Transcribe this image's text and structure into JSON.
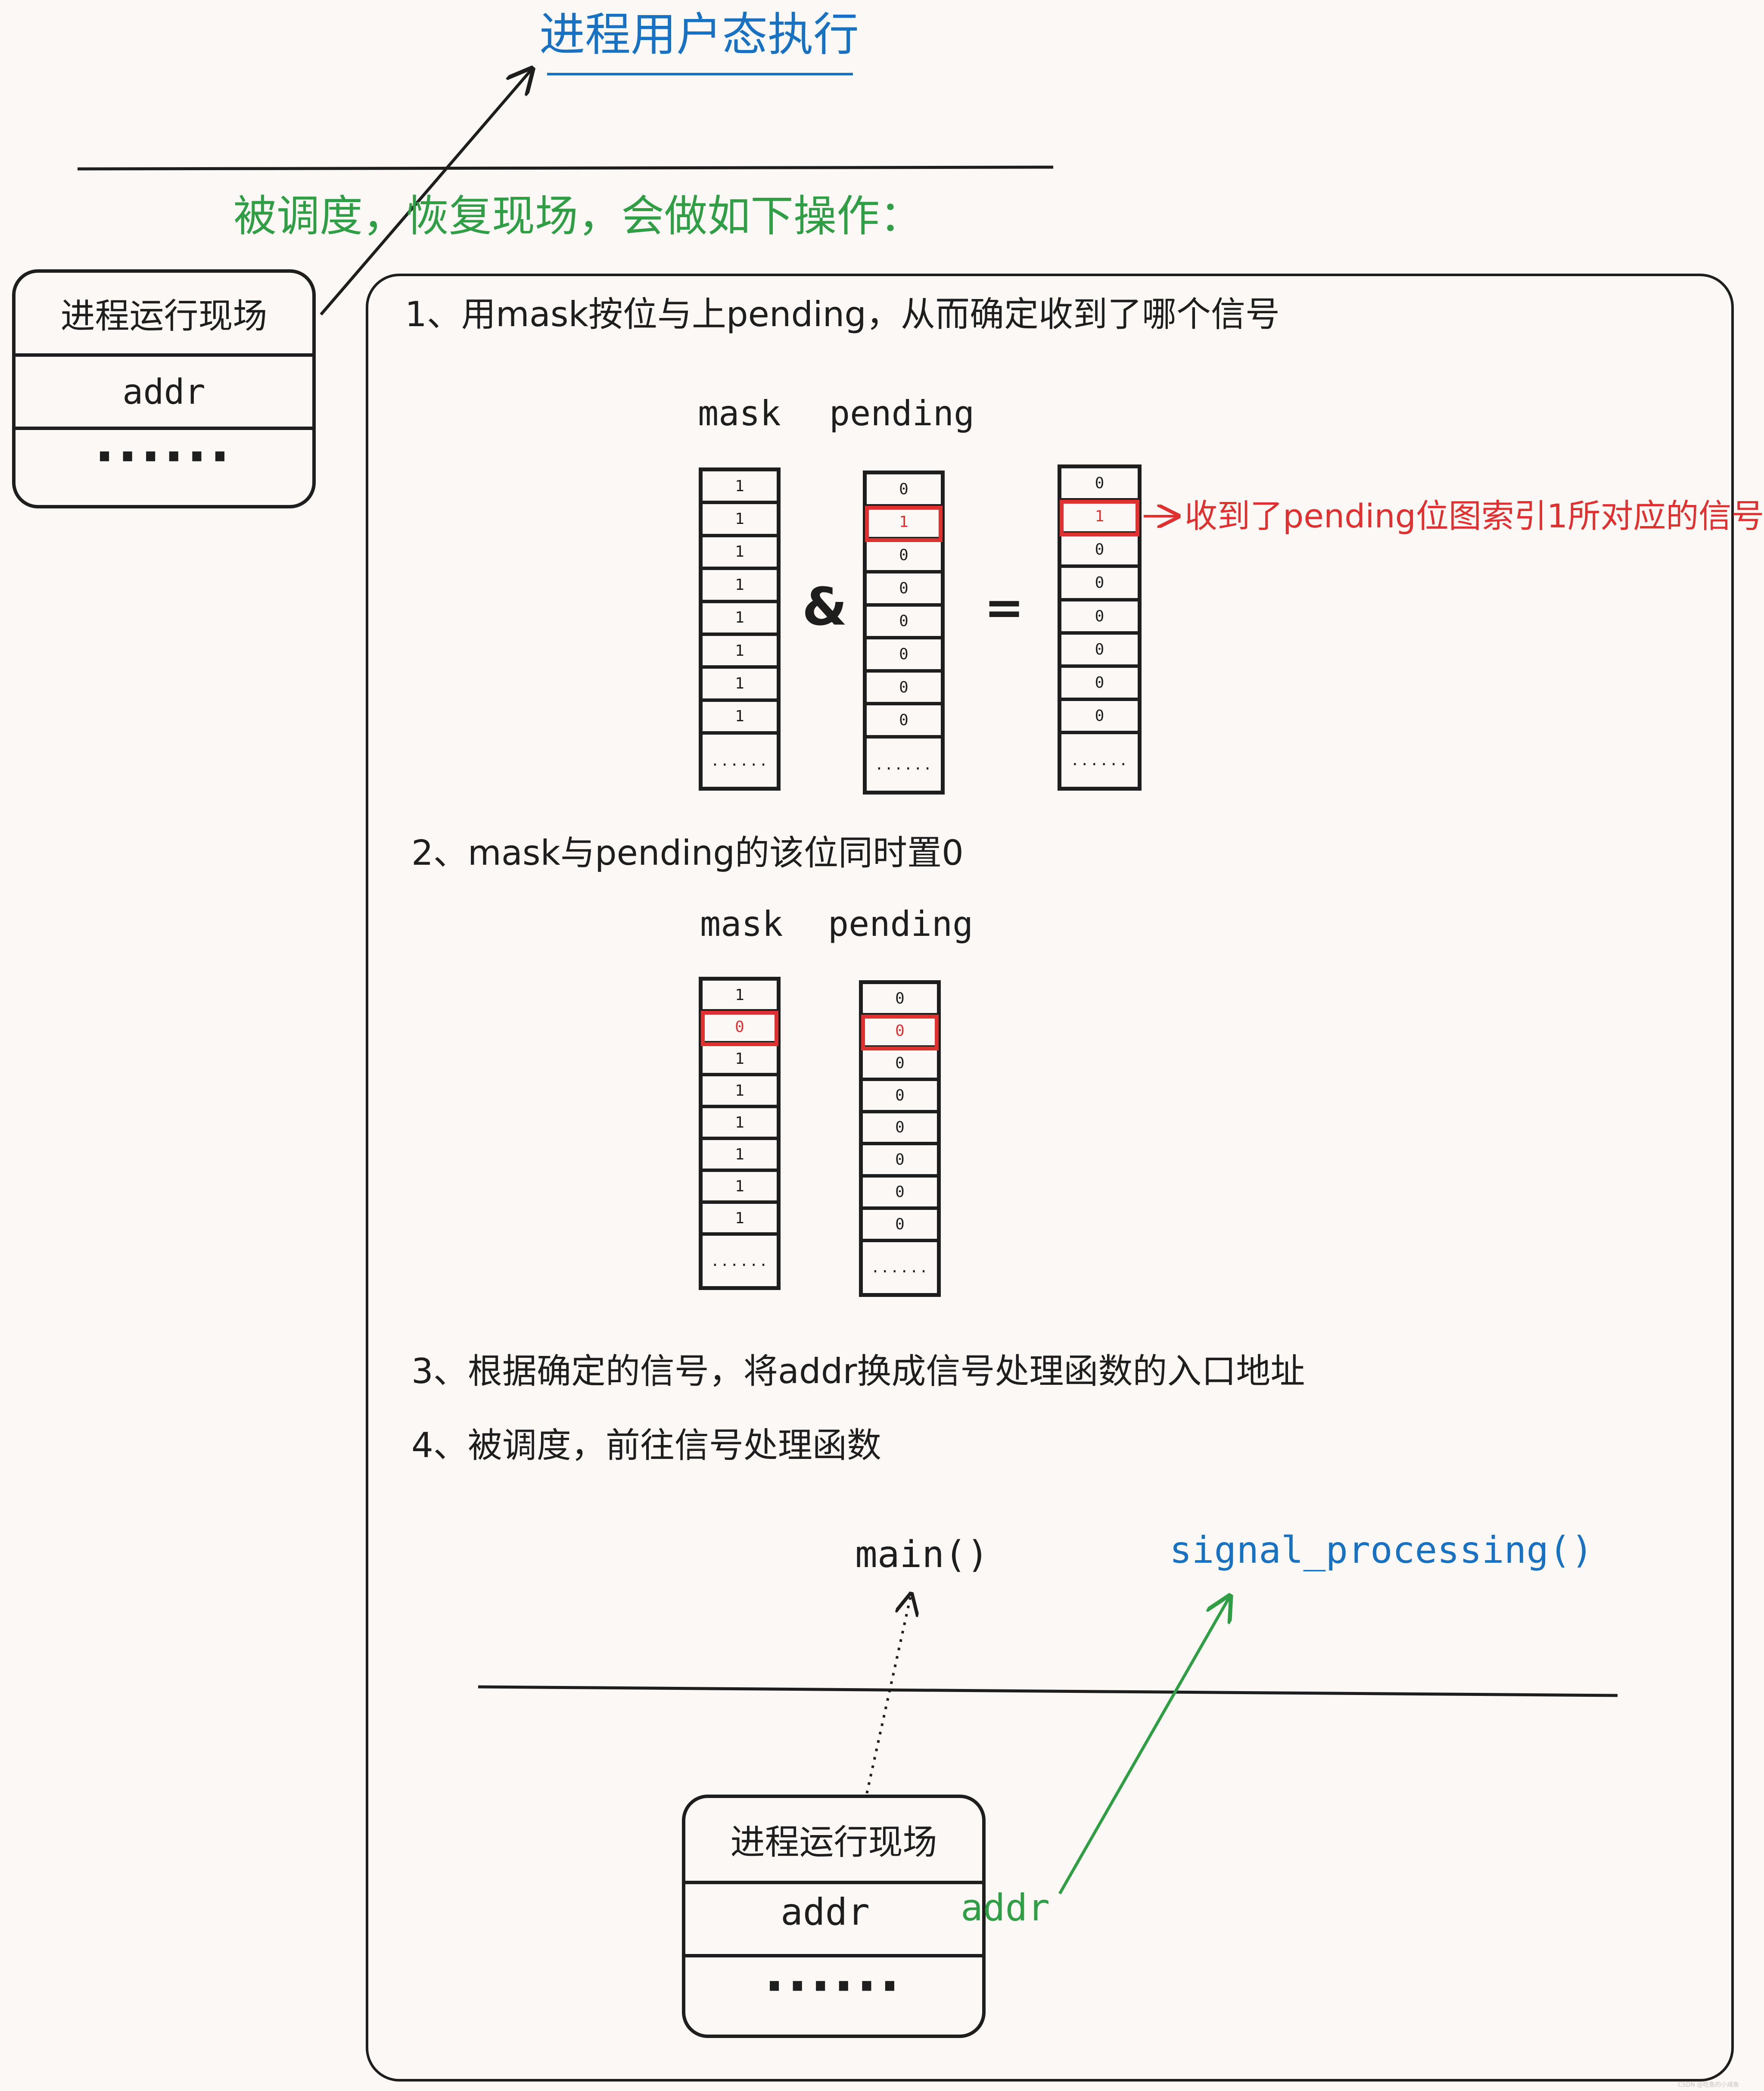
{
  "title": "进程用户态执行",
  "scheduled_note": "被调度，恢复现场，会做如下操作：",
  "left_context": {
    "title": "进程运行现场",
    "addr": "addr",
    "more": "······"
  },
  "step1": {
    "text": "1、用mask按位与上pending，从而确定收到了哪个信号",
    "mask_label": "mask",
    "pending_label": "pending",
    "mask_bits": [
      "1",
      "1",
      "1",
      "1",
      "1",
      "1",
      "1",
      "1"
    ],
    "pending_bits": [
      "0",
      "1",
      "0",
      "0",
      "0",
      "0",
      "0",
      "0"
    ],
    "result_bits": [
      "0",
      "1",
      "0",
      "0",
      "0",
      "0",
      "0",
      "0"
    ],
    "more": "......",
    "and_symbol": "&",
    "eq_symbol": "=",
    "annotation": "收到了pending位图索引1所对应的信号",
    "highlight_index": 1
  },
  "step2": {
    "text": "2、mask与pending的该位同时置0",
    "mask_label": "mask",
    "pending_label": "pending",
    "mask_bits": [
      "1",
      "0",
      "1",
      "1",
      "1",
      "1",
      "1",
      "1"
    ],
    "pending_bits": [
      "0",
      "0",
      "0",
      "0",
      "0",
      "0",
      "0",
      "0"
    ],
    "more": "......",
    "highlight_index": 1
  },
  "step3": {
    "text": "3、根据确定的信号，将addr换成信号处理函数的入口地址"
  },
  "step4": {
    "text": "4、被调度，前往信号处理函数"
  },
  "bottom": {
    "main_label": "main()",
    "handler_label": "signal_processing()",
    "context": {
      "title": "进程运行现场",
      "addr": "addr",
      "new_addr": "addr",
      "more": "······"
    }
  },
  "colors": {
    "ink": "#1e1e1e",
    "blue": "#1971c2",
    "green": "#2f9e44",
    "red": "#e03131",
    "background": "#fbf8f6"
  },
  "watermark": "CSDN @吃鱼的小咸鱼"
}
